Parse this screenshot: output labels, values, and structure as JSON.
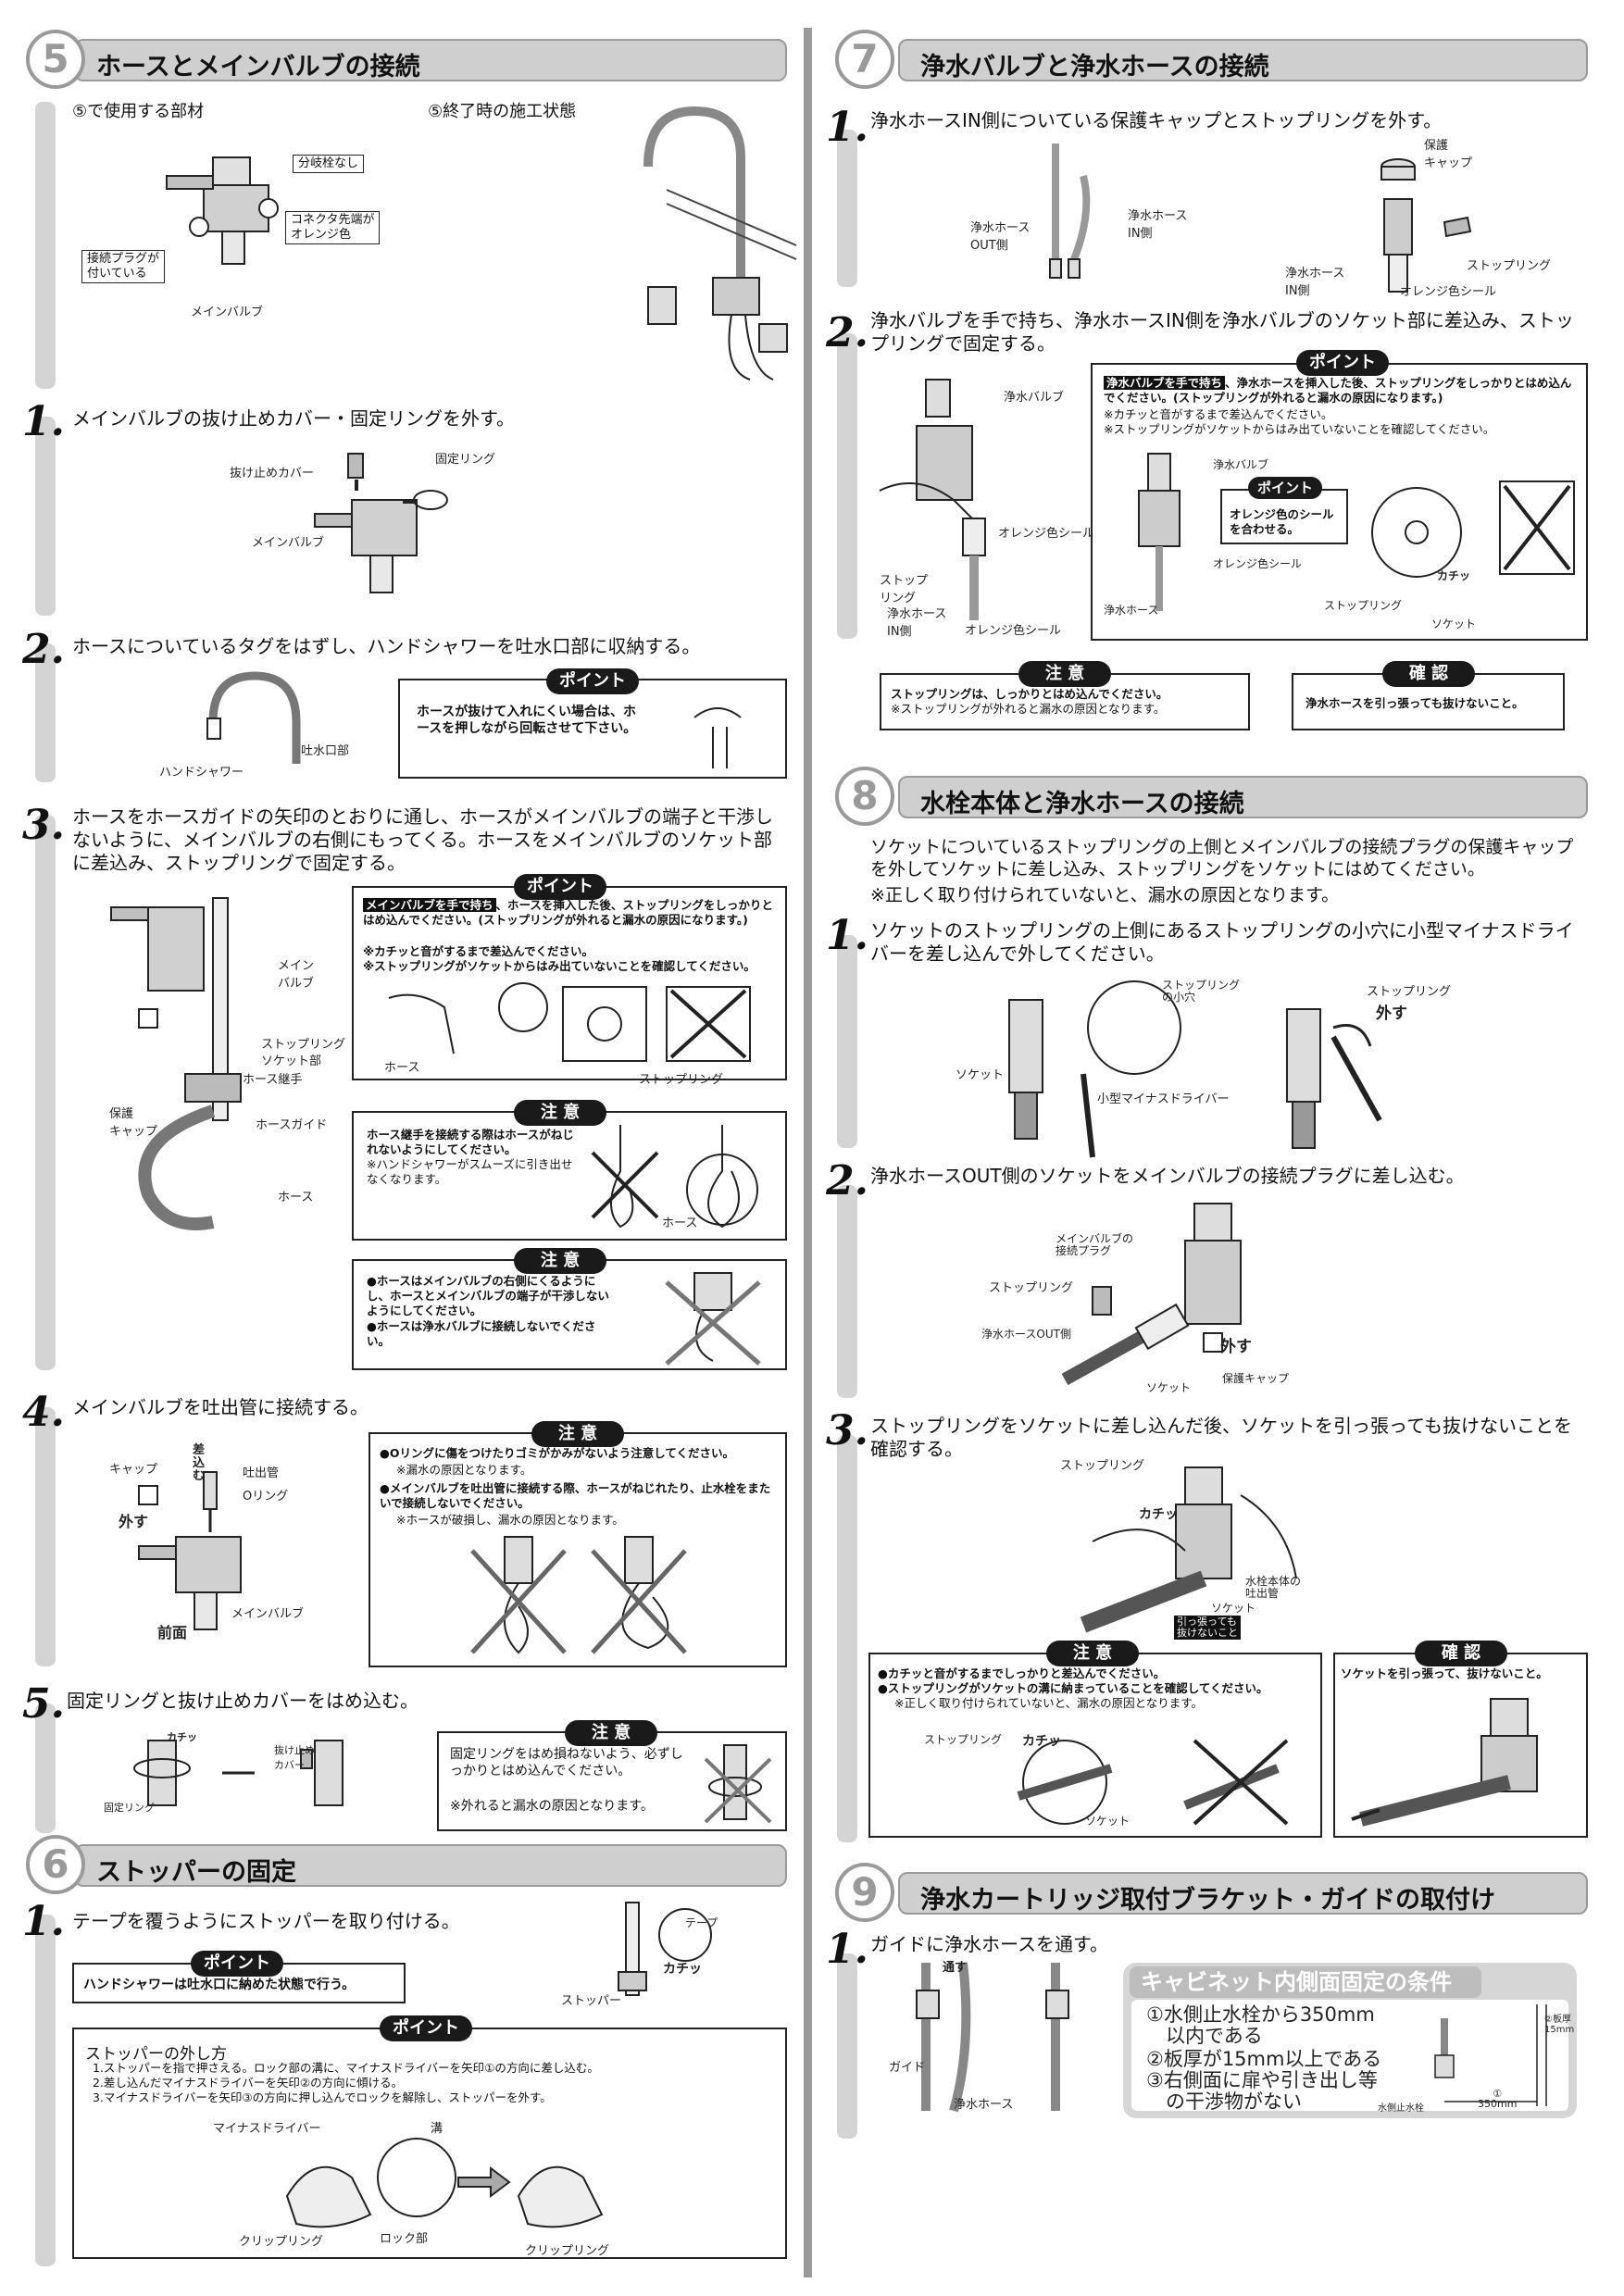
{
  "s5": {
    "num": "5",
    "title": "ホースとメインバルブの接続",
    "parts_caption": "⑤で使用する部材",
    "done_caption": "⑤終了時の施工状態",
    "lbl_no_branch": "分岐栓なし",
    "lbl_orange_tip": "コネクタ先端が\nオレンジ色",
    "lbl_plug": "接続プラグが\n付いている",
    "lbl_mainvalve": "メインバルブ",
    "step1": {
      "num": "1.",
      "text": "メインバルブの抜け止めカバー・固定リングを外す。",
      "lbl_cover": "抜け止めカバー",
      "lbl_ring": "固定リング",
      "lbl_valve": "メインバルブ"
    },
    "step2": {
      "num": "2.",
      "text": "ホースについているタグをはずし、ハンドシャワーを吐水口部に収納する。",
      "lbl_spout": "吐水口部",
      "lbl_shower": "ハンドシャワー",
      "point_label": "ポイント",
      "point_text": "ホースが抜けて入れにくい場合は、ホースを押しながら回転させて下さい。"
    },
    "step3": {
      "num": "3.",
      "text": "ホースをホースガイドの矢印のとおりに通し、ホースがメインバルブの端子と干渉しないように、メインバルブの右側にもってくる。ホースをメインバルブのソケット部に差込み、ストップリングで固定する。",
      "point_label": "ポイント",
      "point_hl": "メインバルブを手で持ち",
      "point_text": "、ホースを挿入した後、ストップリングをしっかりとはめ込んでください。(ストップリングが外れると漏水の原因になります。)",
      "point_note1": "※カチッと音がするまで差込んでください。",
      "point_note2": "※ストップリングがソケットからはみ出ていないことを確認してください。",
      "lbl_hose": "ホース",
      "lbl_stopring": "ストップリング",
      "lbl_mainvalve": "メイン\nバルブ",
      "lbl_stopring2": "ストップリング",
      "lbl_socket": "ソケット部",
      "lbl_joint": "ホース継手",
      "lbl_cap": "保護\nキャップ",
      "lbl_guide": "ホースガイド",
      "lbl_hose2": "ホース",
      "caution1_label": "注 意",
      "caution1_text": "ホース継手を接続する際はホースがねじれないようにしてください。",
      "caution1_note": "※ハンドシャワーがスムーズに引き出せなくなります。",
      "caution1_hose": "ホース",
      "caution2_label": "注 意",
      "caution2_b1": "●ホースはメインバルブの右側にくるようにし、ホースとメインバルブの端子が干渉しないようにしてください。",
      "caution2_b2": "●ホースは浄水バルブに接続しないでください。"
    },
    "step4": {
      "num": "4.",
      "text": "メインバルブを吐出管に接続する。",
      "lbl_cap": "キャップ",
      "lbl_insert": "差\n込\nむ",
      "lbl_pipe": "吐出管",
      "lbl_oring": "Oリング",
      "lbl_remove": "外す",
      "lbl_front": "前面",
      "lbl_valve": "メインバルブ",
      "caution_label": "注 意",
      "caution_b1": "●Oリングに傷をつけたりゴミがかみがないよう注意してください。",
      "caution_n1": "※漏水の原因となります。",
      "caution_b2": "●メインバルブを吐出管に接続する際、ホースがねじれたり、止水栓をまたいで接続しないでください。",
      "caution_n2": "※ホースが破損し、漏水の原因となります。"
    },
    "step5": {
      "num": "5.",
      "text": "固定リングと抜け止めカバーをはめ込む。",
      "lbl_ring": "固定リング",
      "lbl_cover": "抜け止め\nカバー",
      "lbl_click": "カチッ",
      "caution_label": "注 意",
      "caution_text": "固定リングをはめ損ねないよう、必ずしっかりとはめ込んでください。",
      "caution_note": "※外れると漏水の原因となります。"
    }
  },
  "s6": {
    "num": "6",
    "title": "ストッパーの固定",
    "step1": {
      "num": "1.",
      "text": "テープを覆うようにストッパーを取り付ける。",
      "point_label": "ポイント",
      "point_text": "ハンドシャワーは吐水口に納めた状態で行う。",
      "lbl_tape": "テープ",
      "lbl_click": "カチッ",
      "lbl_stopper": "ストッパー"
    },
    "point2_label": "ポイント",
    "point2_title": "ストッパーの外し方",
    "point2_l1": "1.ストッパーを指で押さえる。ロック部の溝に、マイナスドライバーを矢印①の方向に差し込む。",
    "point2_l2": "2.差し込んだマイナスドライバーを矢印②の方向に傾ける。",
    "point2_l3": "3.マイナスドライバーを矢印③の方向に押し込んでロックを解除し、ストッパーを外す。",
    "lbl_driver": "マイナスドライバー",
    "lbl_groove": "溝",
    "lbl_clip": "クリップリング",
    "lbl_lock": "ロック部",
    "lbl_clip2": "クリップリング"
  },
  "s7": {
    "num": "7",
    "title": "浄水バルブと浄水ホースの接続",
    "step1": {
      "num": "1.",
      "text": "浄水ホースIN側についている保護キャップとストップリングを外す。",
      "lbl_out": "浄水ホース\nOUT側",
      "lbl_in": "浄水ホース\nIN側",
      "lbl_cap": "保護\nキャップ",
      "lbl_stopring": "ストップリング",
      "lbl_in2": "浄水ホース\nIN側",
      "lbl_orange": "オレンジ色シール"
    },
    "step2": {
      "num": "2.",
      "text": "浄水バルブを手で持ち、浄水ホースIN側を浄水バルブのソケット部に差込み、ストップリングで固定する。",
      "lbl_valve": "浄水バルブ",
      "lbl_orange": "オレンジ色シール",
      "lbl_stopring": "ストップ\nリング",
      "lbl_hose_in": "浄水ホース\nIN側",
      "lbl_orange2": "オレンジ色シール",
      "point_label": "ポイント",
      "point_hl": "浄水バルブを手で持ち",
      "point_text": "、浄水ホースを挿入した後、ストップリングをしっかりとはめ込んでください。(ストップリングが外れると漏水の原因になります。)",
      "point_n1": "※カチッと音がするまで差込んでください。",
      "point_n2": "※ストップリングがソケットからはみ出ていないことを確認してください。",
      "inner_point_label": "ポイント",
      "inner_point_text": "オレンジ色のシールを合わせる。",
      "lbl_valve2": "浄水バルブ",
      "lbl_orange3": "オレンジ色シール",
      "lbl_hose": "浄水ホース",
      "lbl_stopring2": "ストップリング",
      "lbl_socket": "ソケット",
      "lbl_click": "カチッ",
      "caution_label": "注 意",
      "caution_text": "ストップリングは、しっかりとはめ込んでください。",
      "caution_note": "※ストップリングが外れると漏水の原因となります。",
      "confirm_label": "確 認",
      "confirm_text": "浄水ホースを引っ張っても抜けないこと。"
    }
  },
  "s8": {
    "num": "8",
    "title": "水栓本体と浄水ホースの接続",
    "intro": "ソケットについているストップリングの上側とメインバルブの接続プラグの保護キャップを外してソケットに差し込み、ストップリングをソケットにはめてください。",
    "intro_note": "※正しく取り付けられていないと、漏水の原因となります。",
    "step1": {
      "num": "1.",
      "text": "ソケットのストップリングの上側にあるストップリングの小穴に小型マイナスドライバーを差し込んで外してください。",
      "lbl_hole": "ストップリング\nの小穴",
      "lbl_socket": "ソケット",
      "lbl_driver": "小型マイナスドライバー",
      "lbl_stopring": "ストップリング",
      "lbl_remove": "外す"
    },
    "step2": {
      "num": "2.",
      "text": "浄水ホースOUT側のソケットをメインバルブの接続プラグに差し込む。",
      "lbl_plug": "メインバルブの\n接続プラグ",
      "lbl_stopring": "ストップリング",
      "lbl_out": "浄水ホースOUT側",
      "lbl_socket": "ソケット",
      "lbl_remove": "外す",
      "lbl_cap": "保護キャップ"
    },
    "step3": {
      "num": "3.",
      "text": "ストップリングをソケットに差し込んだ後、ソケットを引っ張っても抜けないことを確認する。",
      "lbl_stopring": "ストップリング",
      "lbl_click": "カチッ",
      "lbl_pipe": "水栓本体の\n吐出管",
      "lbl_socket": "ソケット",
      "lbl_pull": "引っ張っても\n抜けないこと",
      "caution_label": "注 意",
      "caution_b1": "●カチッと音がするまでしっかりと差込んでください。",
      "caution_b2": "●ストップリングがソケットの溝に納まっていることを確認してください。",
      "caution_note": "※正しく取り付けられていないと、漏水の原因となります。",
      "lbl_stopring2": "ストップリング",
      "lbl_click2": "カチッ",
      "lbl_socket2": "ソケット",
      "confirm_label": "確 認",
      "confirm_text": "ソケットを引っ張って、抜けないこと。"
    }
  },
  "s9": {
    "num": "9",
    "title": "浄水カートリッジ取付ブラケット・ガイドの取付け",
    "step1": {
      "num": "1.",
      "text": "ガイドに浄水ホースを通す。",
      "lbl_through": "通す",
      "lbl_guide": "ガイド",
      "lbl_hose": "浄水ホース"
    },
    "cab_title": "キャビネット内側面固定の条件",
    "cab_c1": "①水側止水栓から350mm\n　以内である",
    "cab_c2": "②板厚が15mm以上である",
    "cab_c3": "③右側面に扉や引き出し等\n　の干渉物がない",
    "lbl_thick": "②板厚\n15mm",
    "lbl_350": "①\n350mm",
    "lbl_stopcock": "水側止水栓"
  }
}
